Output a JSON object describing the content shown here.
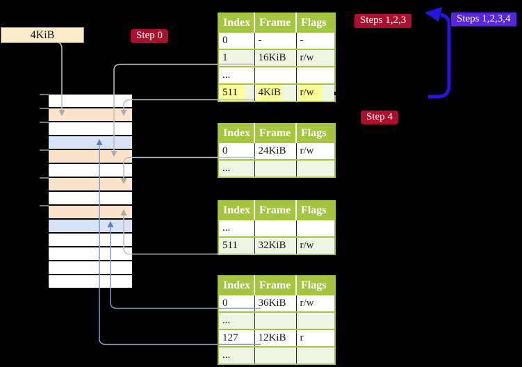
{
  "labels": {
    "page_size_box": "4KiB",
    "step0": "Step 0",
    "steps123": "Steps 1,2,3",
    "steps1234": "Steps 1,2,3,4",
    "step4": "Step 4"
  },
  "colors": {
    "header_green": "#A4C63E",
    "row_light_green": "#EFF3E1",
    "frame_peach": "#FCE3CC",
    "frame_light_blue": "#D7E3F4",
    "frame_white": "#FFFFFF",
    "badge_red": "#AD0F2C",
    "badge_purple": "#5826E2",
    "thick_arrow_blue": "#2715E5",
    "connector_gray": "#BFBFBF",
    "connector_blue": "#7D9AD0",
    "highlight_yellow": "#FDFC96",
    "box_cream": "#FAECC9"
  },
  "tables": [
    {
      "headers": [
        "Index",
        "Frame",
        "Flags"
      ],
      "rows": [
        {
          "cells": [
            "0",
            "-",
            "-"
          ]
        },
        {
          "cells": [
            "1",
            "16KiB",
            "r/w"
          ]
        },
        {
          "cells": [
            "...",
            "",
            ""
          ]
        },
        {
          "cells": [
            "511",
            "4KiB",
            "r/w"
          ],
          "highlight": true
        }
      ]
    },
    {
      "headers": [
        "Index",
        "Frame",
        "Flags"
      ],
      "rows": [
        {
          "cells": [
            "0",
            "24KiB",
            "r/w"
          ]
        },
        {
          "cells": [
            "...",
            "",
            ""
          ]
        }
      ]
    },
    {
      "headers": [
        "Index",
        "Frame",
        "Flags"
      ],
      "rows": [
        {
          "cells": [
            "...",
            "",
            ""
          ]
        },
        {
          "cells": [
            "511",
            "32KiB",
            "r/w"
          ]
        }
      ]
    },
    {
      "headers": [
        "Index",
        "Frame",
        "Flags"
      ],
      "rows": [
        {
          "cells": [
            "0",
            "36KiB",
            "r/w"
          ]
        },
        {
          "cells": [
            "...",
            "",
            ""
          ]
        },
        {
          "cells": [
            "127",
            "12KiB",
            "r"
          ]
        },
        {
          "cells": [
            "...",
            "",
            ""
          ]
        }
      ]
    }
  ],
  "memory_strip": {
    "rows": [
      "white",
      "peach",
      "white",
      "blue",
      "peach",
      "white",
      "peach",
      "white",
      "peach",
      "blue",
      "white",
      "white",
      "white",
      "white"
    ],
    "tick_y": [
      135,
      155,
      175,
      215,
      255,
      295
    ]
  }
}
